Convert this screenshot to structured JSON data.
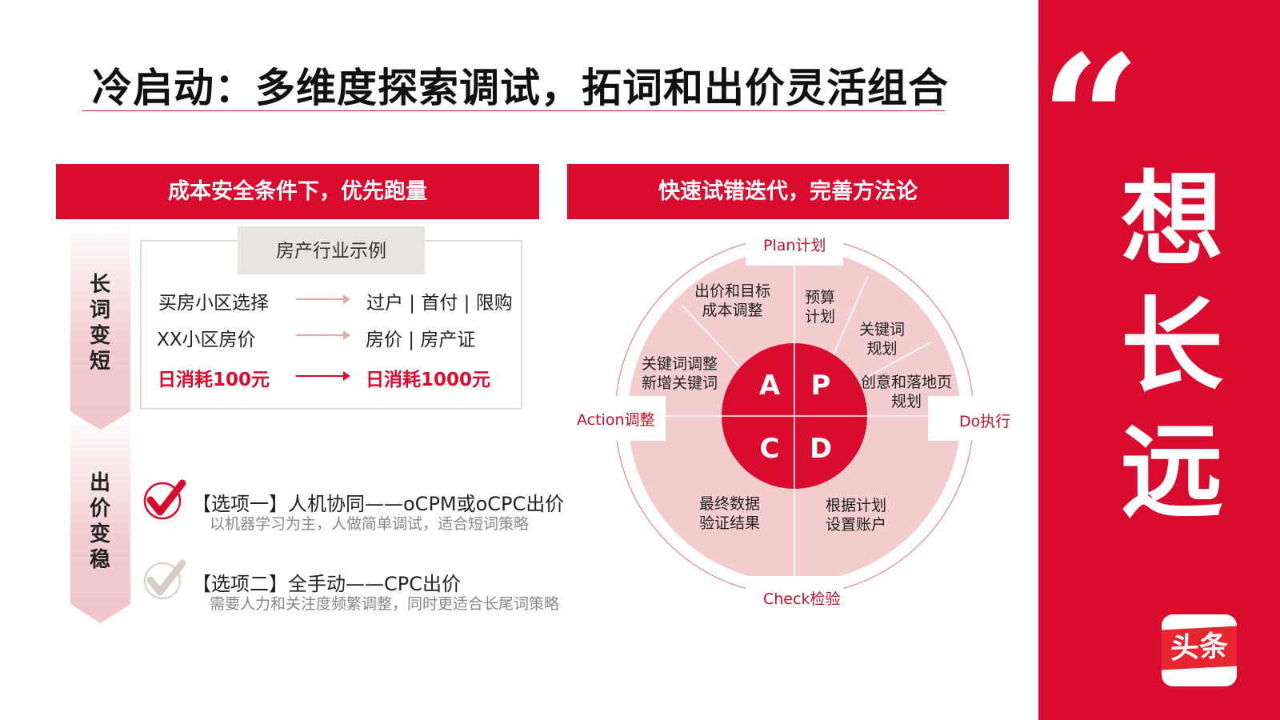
{
  "title": "冷启动：多维度探索调试，拓词和出价灵活组合",
  "side": {
    "quote": "“",
    "chars": [
      "想",
      "长",
      "远"
    ],
    "logo_text": "头条"
  },
  "left": {
    "header": "成本安全条件下，优先跑量",
    "strip1": "长词变短",
    "strip2": "出价变稳",
    "example_tab": "房产行业示例",
    "rows": [
      {
        "from": "买房小区选择",
        "to": "过户 | 首付 | 限购"
      },
      {
        "from": "XX小区房价",
        "to": "房价 | 房产证"
      },
      {
        "from": "日消耗100元",
        "to": "日消耗1000元"
      }
    ],
    "options": [
      {
        "title": "【选项一】人机协同——oCPM或oCPC出价",
        "sub": "以机器学习为主，人做简单调试，适合短词策略",
        "checked": true
      },
      {
        "title": "【选项二】全手动——CPC出价",
        "sub": "需要人力和关注度频繁调整，同时更适合长尾词策略",
        "checked": false
      }
    ]
  },
  "right": {
    "header": "快速试错迭代，完善方法论",
    "phases": {
      "plan": "Plan计划",
      "do": "Do执行",
      "check": "Check检验",
      "action": "Action调整"
    },
    "letters": {
      "a": "A",
      "p": "P",
      "c": "C",
      "d": "D"
    },
    "segments": {
      "bid": "出价和目标\n成本调整",
      "budget": "预算\n计划",
      "keyword_plan": "关键词\n规划",
      "creative": "创意和落地页\n规划",
      "keyword_adjust": "关键词调整\n新增关键词",
      "verify": "最终数据\n验证结果",
      "setup": "根据计划\n设置账户"
    }
  },
  "colors": {
    "brand": "#d90b2f",
    "pink": "#f3cccd",
    "beige": "#e8e4df"
  }
}
